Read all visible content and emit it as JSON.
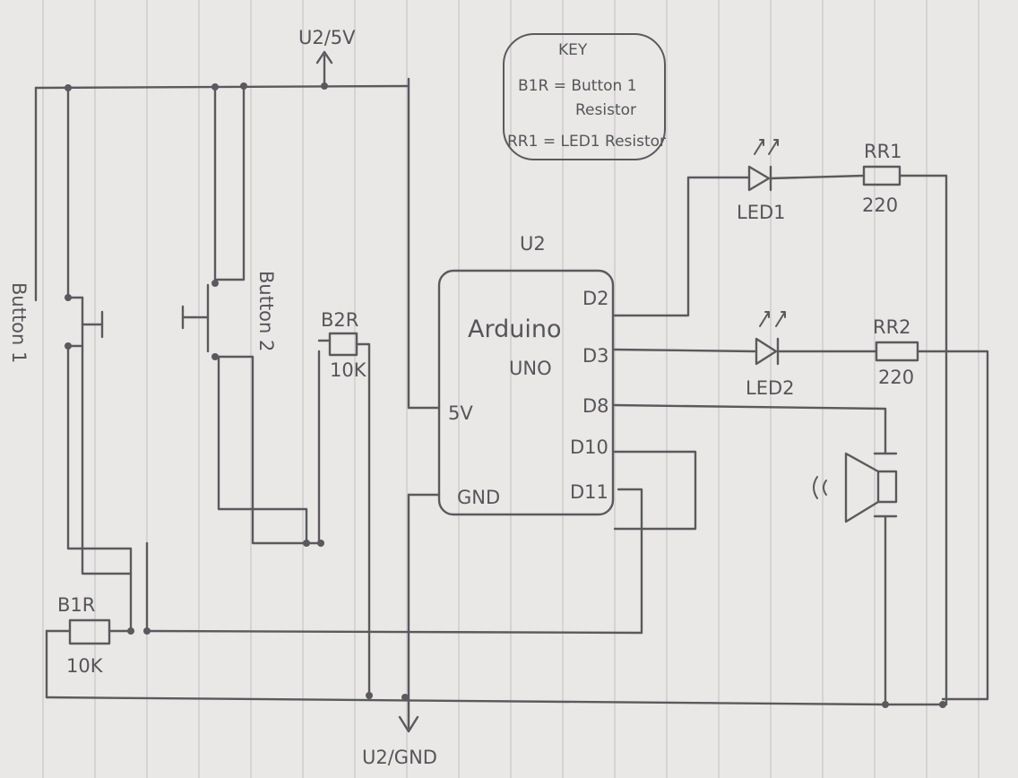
{
  "title_top": "U2/5V",
  "title_bottom": "U2/GND",
  "key": {
    "heading": "KEY",
    "line1": "B1R = Button 1",
    "line1b": "Resistor",
    "line2": "RR1 = LED1 Resistor"
  },
  "arduino": {
    "ref": "U2",
    "name_line1": "Arduino",
    "name_line2": "UNO",
    "pins": {
      "d2": "D2",
      "d3": "D3",
      "d8": "D8",
      "d10": "D10",
      "d11": "D11",
      "v5": "5V",
      "gnd": "GND"
    }
  },
  "button1": {
    "label": "Button 1"
  },
  "button2": {
    "label": "Button 2"
  },
  "b1r": {
    "label": "B1R",
    "value": "10K"
  },
  "b2r": {
    "label": "B2R",
    "value": "10K"
  },
  "led1": {
    "label": "LED1"
  },
  "led2": {
    "label": "LED2"
  },
  "rr1": {
    "label": "RR1",
    "value": "220"
  },
  "rr2": {
    "label": "RR2",
    "value": "220"
  },
  "colors": {
    "paper": "#e9e8e6",
    "rule": "#c9c9cc",
    "ink": "#5a5a5e"
  }
}
